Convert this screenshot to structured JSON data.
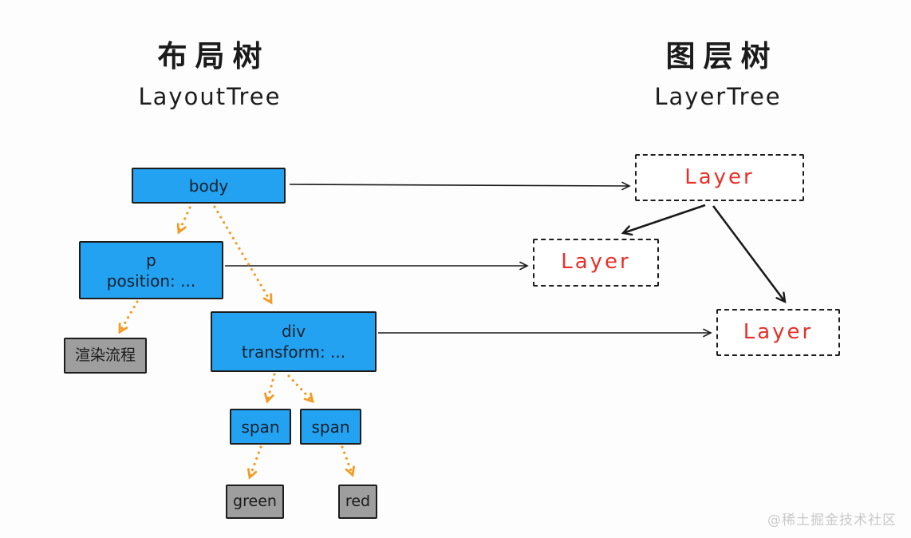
{
  "titles": {
    "layout_tree": {
      "zh": "布局树",
      "en": "LayoutTree"
    },
    "layer_tree": {
      "zh": "图层树",
      "en": "LayerTree"
    }
  },
  "nodes": {
    "body": {
      "label": "body"
    },
    "p": {
      "label": "p",
      "sublabel": "position: ..."
    },
    "render_process": {
      "label": "渲染流程"
    },
    "div": {
      "label": "div",
      "sublabel": "transform: ..."
    },
    "span1": {
      "label": "span"
    },
    "span2": {
      "label": "span"
    },
    "green": {
      "label": "green"
    },
    "red": {
      "label": "red"
    },
    "layer1": {
      "label": "Layer"
    },
    "layer2": {
      "label": "Layer"
    },
    "layer3": {
      "label": "Layer"
    }
  },
  "edges": [
    {
      "from": "body",
      "to": "layer1",
      "style": "solid"
    },
    {
      "from": "p",
      "to": "layer2",
      "style": "solid"
    },
    {
      "from": "div",
      "to": "layer3",
      "style": "solid"
    },
    {
      "from": "layer1",
      "to": "layer2",
      "style": "solid"
    },
    {
      "from": "layer1",
      "to": "layer3",
      "style": "solid"
    },
    {
      "from": "body",
      "to": "p",
      "style": "dotted"
    },
    {
      "from": "body",
      "to": "div",
      "style": "dotted"
    },
    {
      "from": "p",
      "to": "render_process",
      "style": "dotted"
    },
    {
      "from": "div",
      "to": "span1",
      "style": "dotted"
    },
    {
      "from": "div",
      "to": "span2",
      "style": "dotted"
    },
    {
      "from": "span1",
      "to": "green",
      "style": "dotted"
    },
    {
      "from": "span2",
      "to": "red",
      "style": "dotted"
    }
  ],
  "colors": {
    "element_box_fill": "#23A2F2",
    "note_box_fill": "#9E9E9E",
    "layer_label": "#E8302A",
    "dotted_arrow": "#F59B23",
    "solid_arrow": "#1A1A1A"
  },
  "watermark": "@稀土掘金技术社区"
}
